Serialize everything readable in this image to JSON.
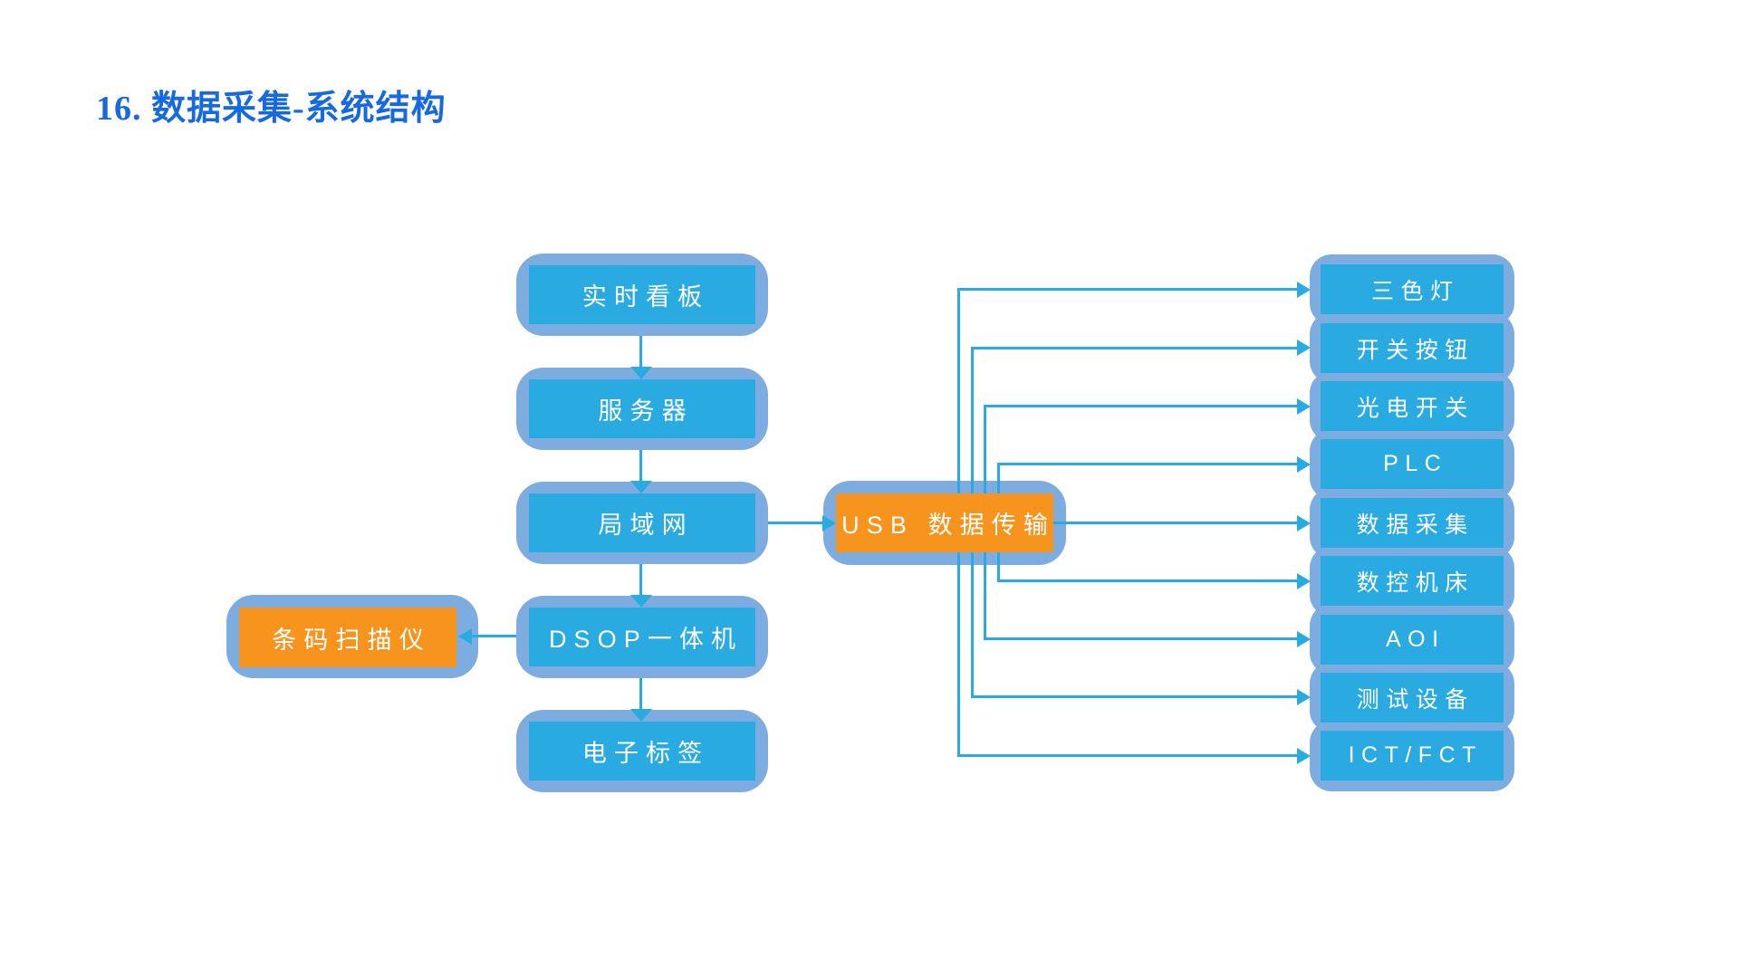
{
  "title": "16. 数据采集-系统结构",
  "colors": {
    "title": "#1769e0",
    "fill": "#29abe2",
    "wrap": "#7dade0",
    "orange": "#f7941e",
    "line": "#29abe2",
    "text": "#ffffff"
  },
  "chain": [
    {
      "label": "实时看板"
    },
    {
      "label": "服务器"
    },
    {
      "label": "局域网"
    },
    {
      "label": "DSOP一体机"
    },
    {
      "label": "电子标签"
    }
  ],
  "scanner": {
    "label": "条码扫描仪"
  },
  "usb": {
    "label": "USB 数据传输"
  },
  "devices": [
    {
      "label": "三色灯"
    },
    {
      "label": "开关按钮"
    },
    {
      "label": "光电开关"
    },
    {
      "label": "PLC"
    },
    {
      "label": "数据采集"
    },
    {
      "label": "数控机床"
    },
    {
      "label": "AOI"
    },
    {
      "label": "测试设备"
    },
    {
      "label": "ICT/FCT"
    }
  ]
}
